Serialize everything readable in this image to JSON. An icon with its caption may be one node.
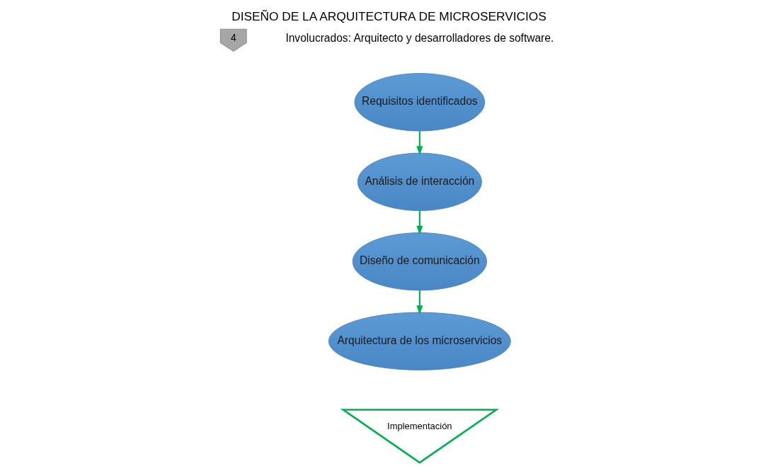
{
  "diagram": {
    "title": "DISEÑO DE LA ARQUITECTURA DE MICROSERVICIOS",
    "nodes": [
      {
        "text": [
          "4"
        ]
      },
      {
        "text": [
          "Requisitos identificados"
        ]
      },
      {
        "text": [
          "Análisis de interacción"
        ]
      },
      {
        "text": [
          "Diseño de comunicación"
        ]
      },
      {
        "text": [
          "Arquitectura de los microservicios"
        ]
      },
      {
        "text": [
          "Implementación"
        ]
      }
    ],
    "edges": [
      {
        "from": 1,
        "to": 2,
        "arrow": "to"
      },
      {
        "from": 2,
        "to": 3,
        "arrow": "to"
      },
      {
        "from": 3,
        "to": 4,
        "arrow": "to"
      }
    ],
    "labels": [
      "Involucrados: Arquitecto y desarrolladores de software."
    ]
  }
}
